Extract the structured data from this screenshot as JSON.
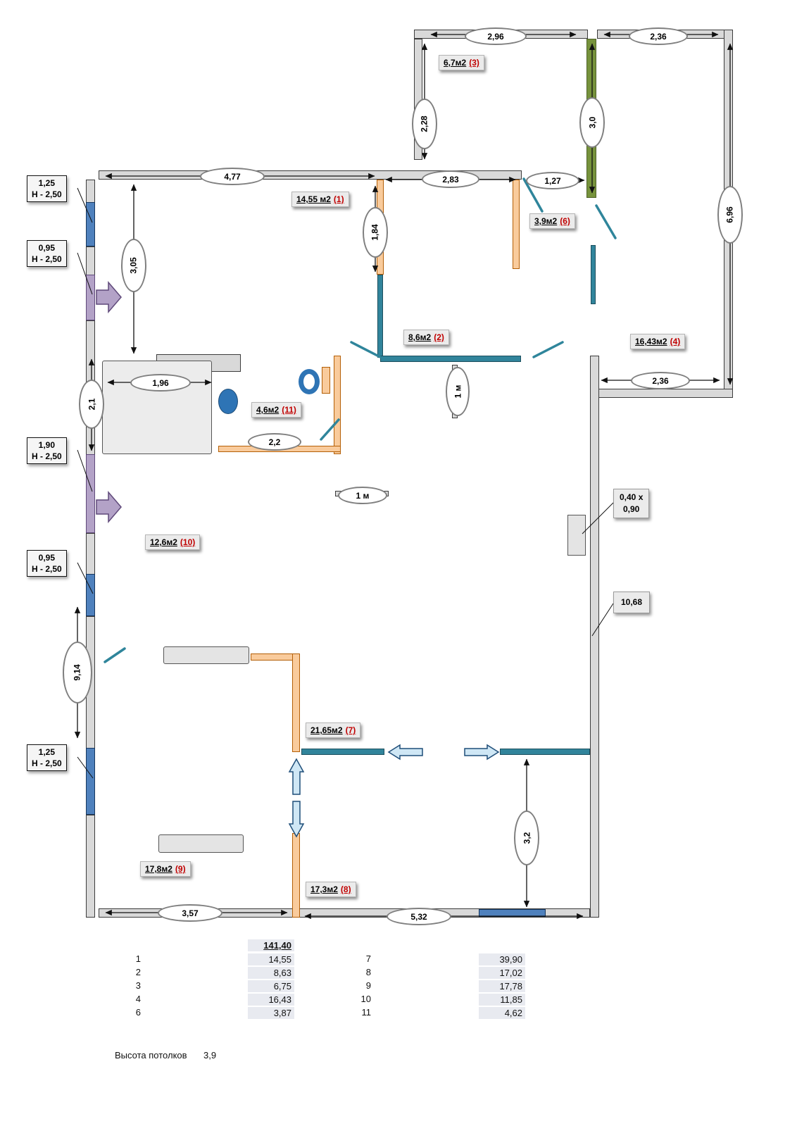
{
  "dims": {
    "d296": "2,96",
    "d236a": "2,36",
    "d228": "2,28",
    "d30": "3,0",
    "d696": "6,96",
    "d477": "4,77",
    "d283": "2,83",
    "d127": "1,27",
    "d305": "3,05",
    "d184": "1,84",
    "d236b": "2,36",
    "d196": "1,96",
    "d21": "2,1",
    "d22": "2,2",
    "d1mv": "1 м",
    "d1mh": "1 м",
    "d914": "9,14",
    "d357": "3,57",
    "d532": "5,32",
    "d32": "3,2"
  },
  "rooms": {
    "r1": {
      "area": "14,55 м2",
      "num": "(1)"
    },
    "r2": {
      "area": "8,6м2",
      "num": "(2)"
    },
    "r3": {
      "area": "6,7м2",
      "num": "(3)"
    },
    "r4": {
      "area": "16,43м2",
      "num": "(4)"
    },
    "r6": {
      "area": "3,9м2",
      "num": "(6)"
    },
    "r7": {
      "area": "21,65м2",
      "num": "(7)"
    },
    "r8": {
      "area": "17,3м2",
      "num": "(8)"
    },
    "r9": {
      "area": "17,8м2",
      "num": "(9)"
    },
    "r10": {
      "area": "12,6м2",
      "num": "(10)"
    },
    "r11": {
      "area": "4,6м2",
      "num": "(11)"
    }
  },
  "side_labels": {
    "s1": {
      "line1": "1,25",
      "line2": "Н - 2,50"
    },
    "s2": {
      "line1": "0,95",
      "line2": "Н - 2,50"
    },
    "s3": {
      "line1": "1,90",
      "line2": "Н - 2,50"
    },
    "s4": {
      "line1": "0,95",
      "line2": "Н - 2,50"
    },
    "s5": {
      "line1": "1,25",
      "line2": "Н - 2,50"
    }
  },
  "annotations": {
    "shaft": {
      "line1": "0,40 х",
      "line2": "0,90"
    },
    "len": "10,68"
  },
  "table": {
    "total": "141,40",
    "col1": [
      {
        "n": "1",
        "v": "14,55"
      },
      {
        "n": "2",
        "v": "8,63"
      },
      {
        "n": "3",
        "v": "6,75"
      },
      {
        "n": "4",
        "v": "16,43"
      },
      {
        "n": "6",
        "v": "3,87"
      }
    ],
    "col2": [
      {
        "n": "7",
        "v": "39,90"
      },
      {
        "n": "8",
        "v": "17,02"
      },
      {
        "n": "9",
        "v": "17,78"
      },
      {
        "n": "10",
        "v": "11,85"
      },
      {
        "n": "11",
        "v": "4,62"
      }
    ],
    "footer_label": "Высота потолков",
    "footer_value": "3,9"
  }
}
